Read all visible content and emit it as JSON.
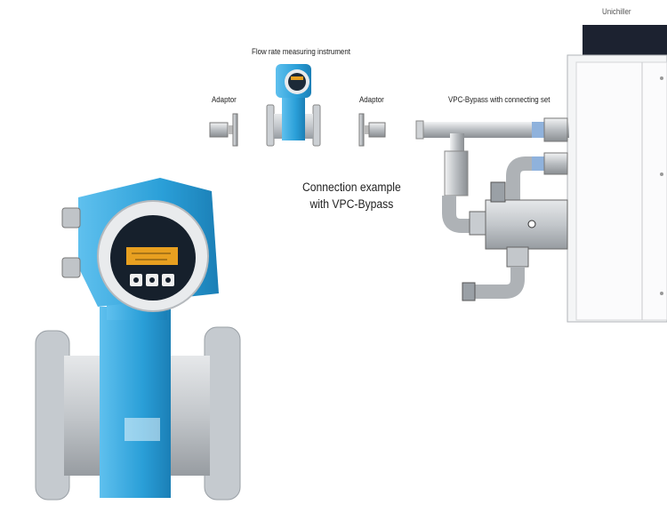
{
  "labels": {
    "flow_instrument": "Flow rate measuring instrument",
    "adaptor_left": "Adaptor",
    "adaptor_right": "Adaptor",
    "vpc_bypass": "VPC-Bypass with connecting set",
    "unichiller": "Unichiller"
  },
  "caption": {
    "line1": "Connection example",
    "line2": "with VPC-Bypass"
  },
  "colors": {
    "housing_blue": "#2a9fd8",
    "flange_grey": "#c8ccd0",
    "display_amber": "#e8a020",
    "pipe_grey": "#b8bcc0"
  }
}
